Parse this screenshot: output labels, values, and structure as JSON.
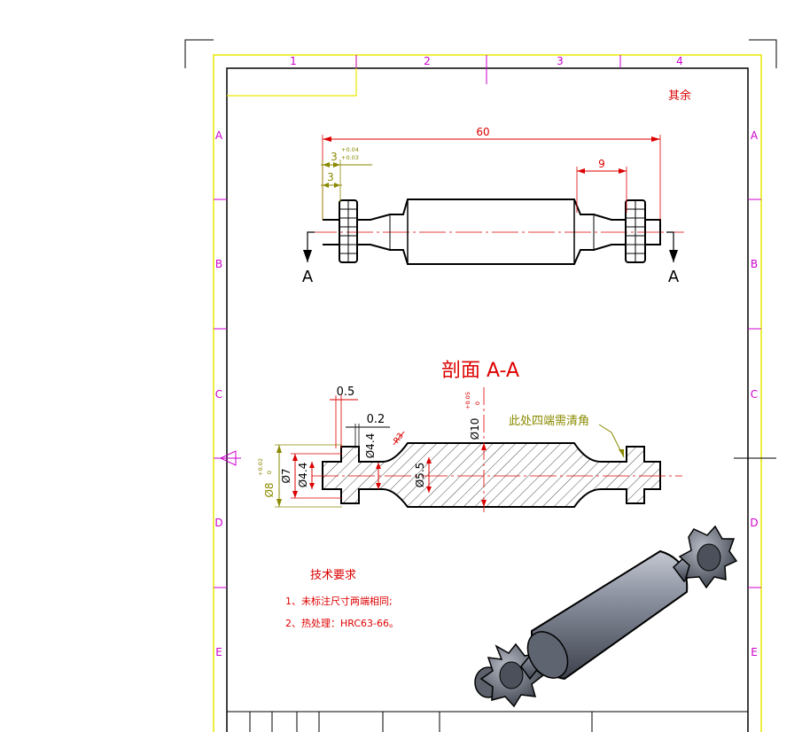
{
  "colors": {
    "frame_yellow": "#e8e800",
    "zone_magenta": "#cc00cc",
    "outline_black": "#000000",
    "dimension_red": "#dd0000",
    "dimension_olive": "#8a8a00",
    "shaft_gray": "#6e7583"
  },
  "frame": {
    "columns": [
      "1",
      "2",
      "3",
      "4"
    ],
    "rows": [
      "A",
      "B",
      "C",
      "D",
      "E"
    ]
  },
  "surface_note": "其余",
  "views": {
    "front": {
      "dim_total_length": "60",
      "dim_right_shoulder": "9",
      "dim_left_offset_tol": "3",
      "tol_upper": "+0.04",
      "tol_lower": "+0.03",
      "dim_left_flange": "3",
      "section_mark_left": "A",
      "section_mark_right": "A"
    },
    "section": {
      "title": "剖面 A-A",
      "dim_groove_width": "0.5",
      "dim_gap": "0.2",
      "dim_neck_dia": "Ø4.4",
      "dim_chamfer": "R3",
      "dim_body_dia": "Ø10",
      "dim_body_tol_upper": "+0.05",
      "dim_body_tol_lower": "0",
      "dim_outer_dia": "Ø8",
      "dim_outer_tol_upper": "+0.02",
      "dim_outer_tol_lower": "0",
      "dim_flange_dia": "Ø7",
      "dim_inner_dia": "Ø4.4",
      "dim_inner_bore": "Ø5.5",
      "callout_note": "此处四端需清角"
    }
  },
  "tech_requirements": {
    "heading": "技术要求",
    "items": [
      "1、未标注尺寸两端相同;",
      "2、热处理：HRC63-66。"
    ]
  }
}
